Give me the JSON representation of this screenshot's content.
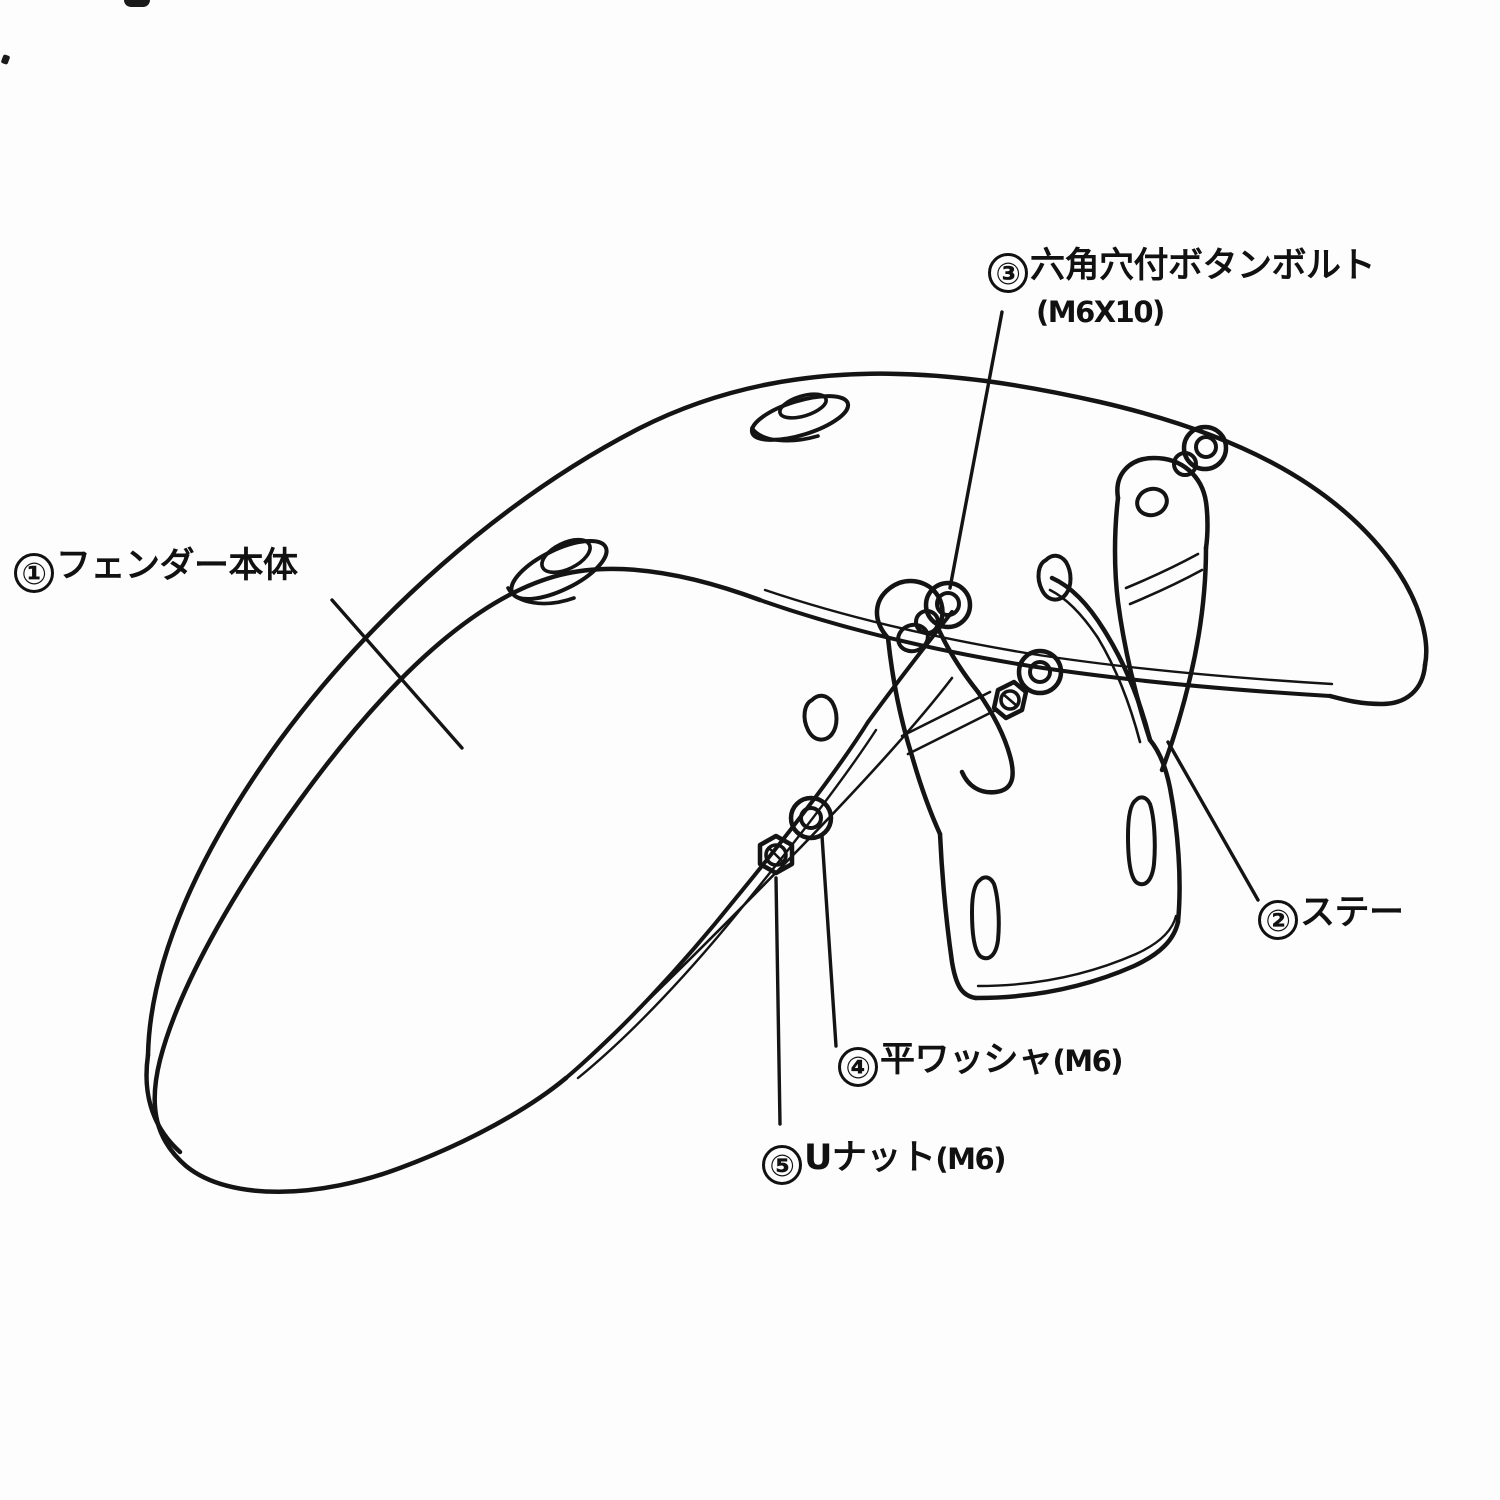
{
  "diagram": {
    "type": "exploded-parts-diagram",
    "subject": "motorcycle front fender assembly",
    "background_color": "#fdfdfd",
    "line_color": "#111111"
  },
  "labels": {
    "fender": {
      "number": "①",
      "text": "フェンダー本体",
      "spec": ""
    },
    "stay": {
      "number": "②",
      "text": "ステー",
      "spec": ""
    },
    "bolt": {
      "number": "③",
      "text": "六角穴付ボタンボルト",
      "spec": "(M6X10)"
    },
    "washer": {
      "number": "④",
      "text": "平ワッシャ",
      "spec": "(M6)"
    },
    "unut": {
      "number": "⑤",
      "text": "Uナット",
      "spec": "(M6)"
    }
  }
}
